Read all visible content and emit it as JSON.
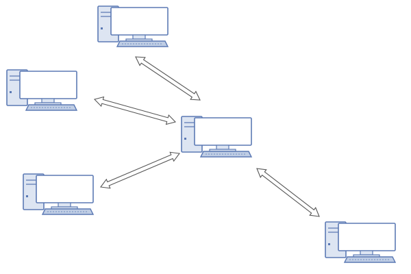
{
  "diagram": {
    "type": "network-star",
    "hub": "hub-computer",
    "nodes": [
      {
        "id": "top-computer",
        "icon": "desktop-computer-icon"
      },
      {
        "id": "left-upper-computer",
        "icon": "desktop-computer-icon"
      },
      {
        "id": "hub-computer",
        "icon": "desktop-computer-icon"
      },
      {
        "id": "left-lower-computer",
        "icon": "desktop-computer-icon"
      },
      {
        "id": "bottom-right-computer",
        "icon": "desktop-computer-icon"
      }
    ],
    "connections": [
      {
        "from": "top-computer",
        "to": "hub-computer",
        "direction": "bidirectional"
      },
      {
        "from": "left-upper-computer",
        "to": "hub-computer",
        "direction": "bidirectional"
      },
      {
        "from": "left-lower-computer",
        "to": "hub-computer",
        "direction": "bidirectional"
      },
      {
        "from": "hub-computer",
        "to": "bottom-right-computer",
        "direction": "bidirectional"
      }
    ]
  },
  "colors": {
    "outline": "#5b79b4",
    "fill": "#dde5f2",
    "screen": "#ffffff",
    "accent": "#bfcde4",
    "arrow_stroke": "#555555",
    "arrow_fill": "#ffffff"
  }
}
